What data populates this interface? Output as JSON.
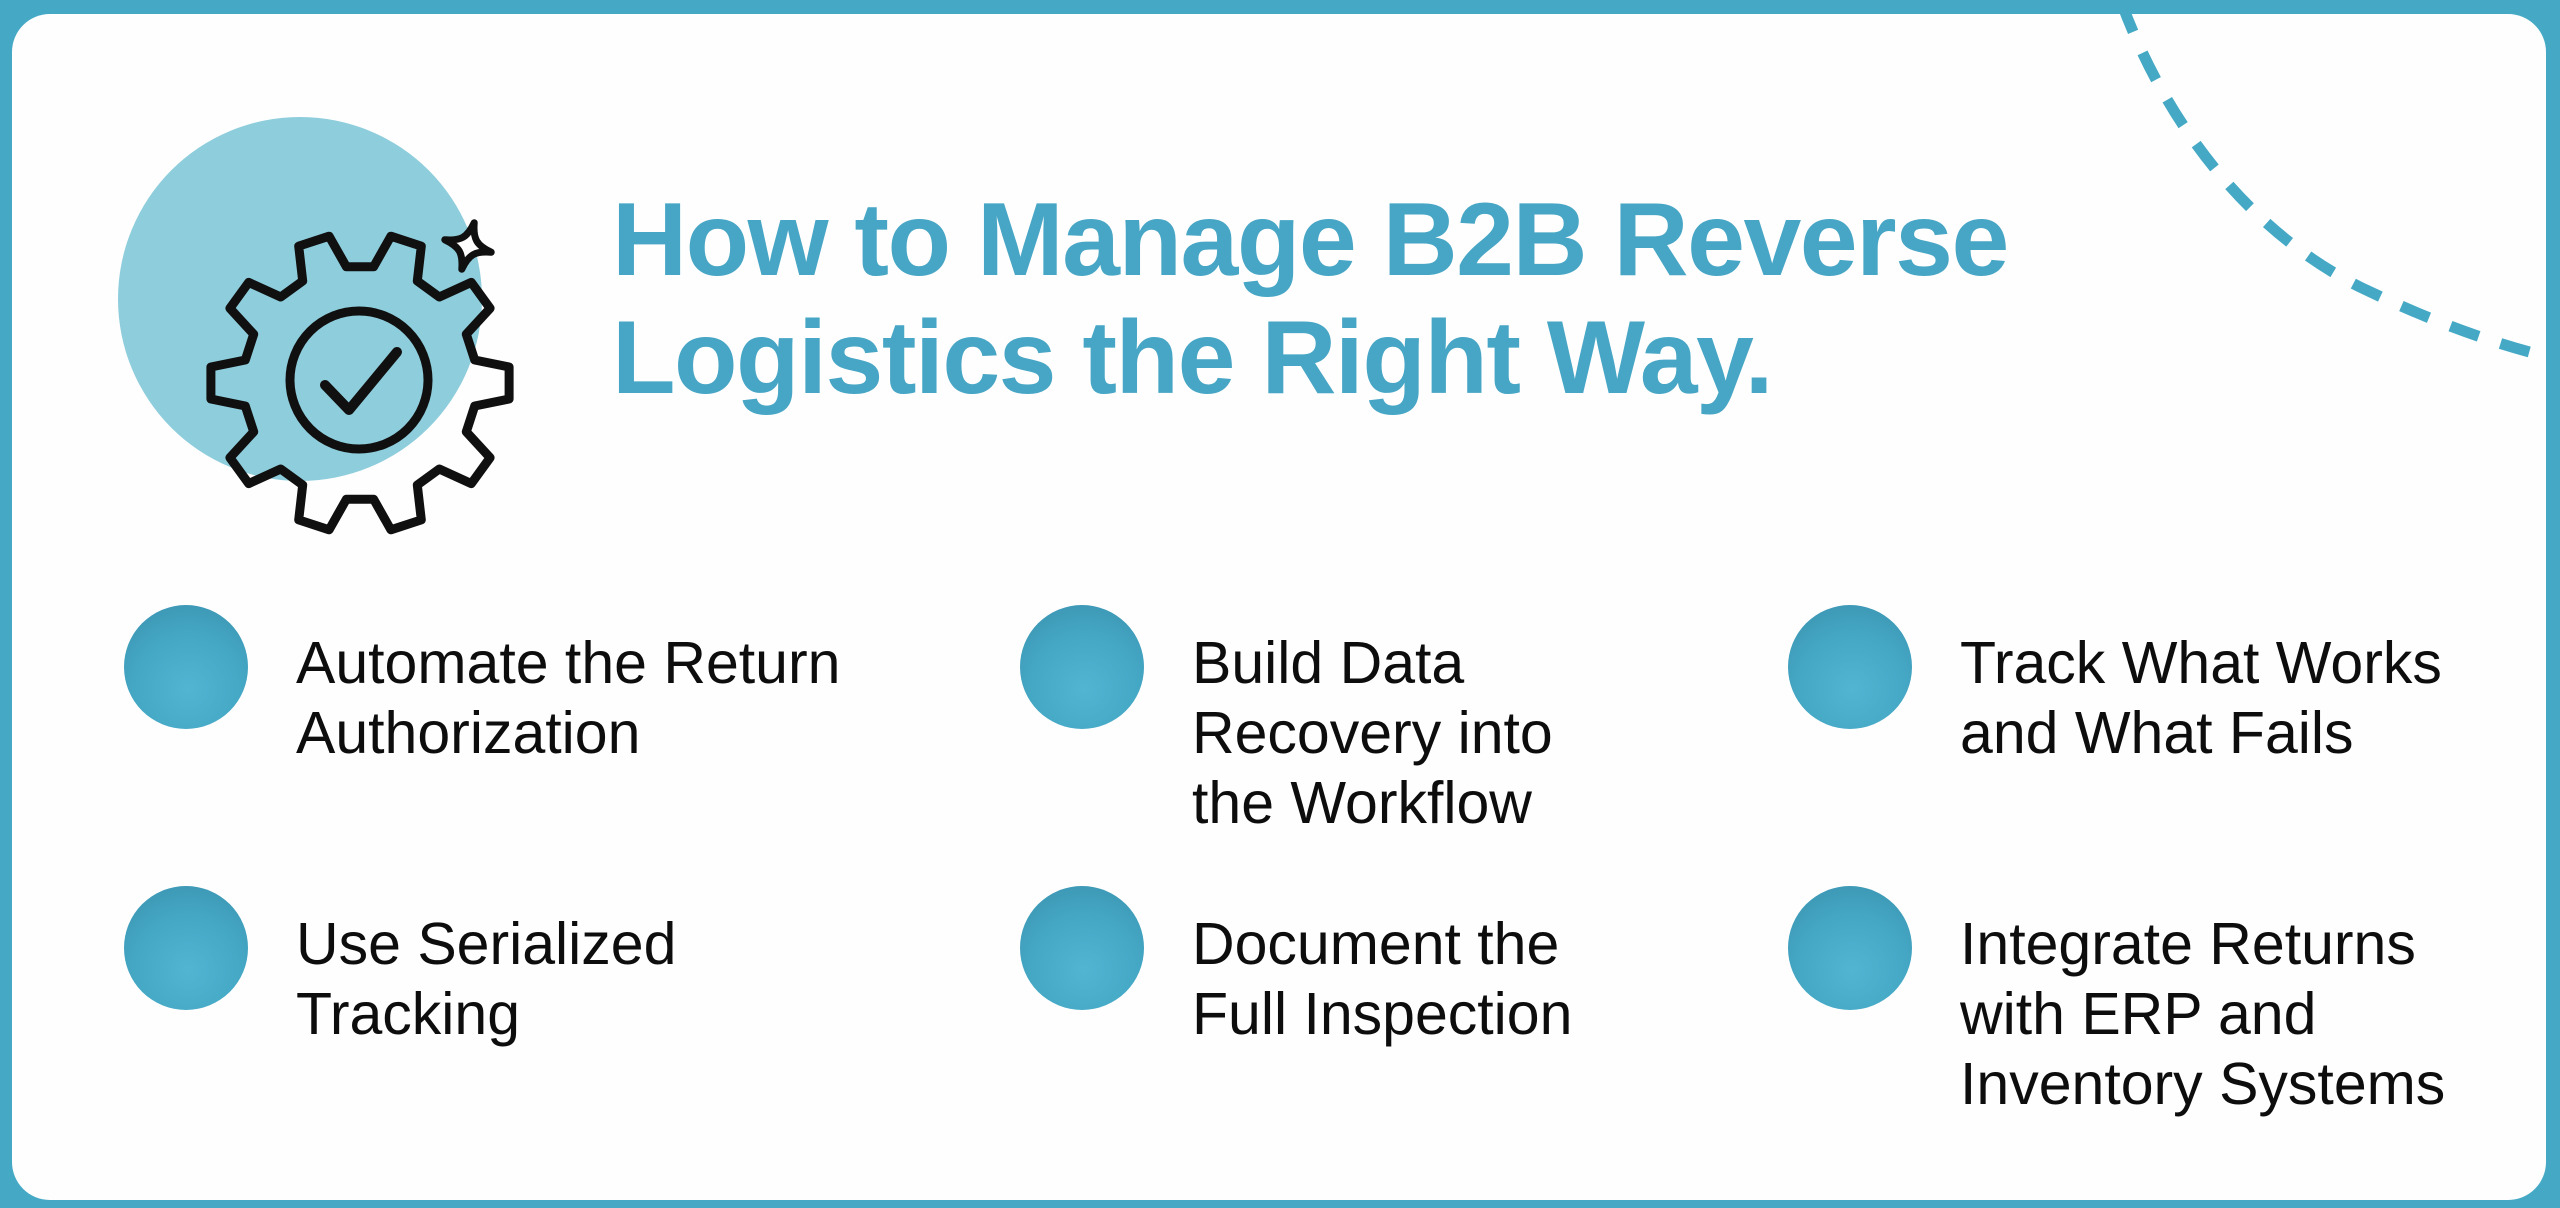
{
  "canvas": {
    "frame_color": "#45a9c6",
    "card_bg": "#fefefe"
  },
  "header": {
    "title_line1": "How to Manage B2B Reverse",
    "title_line2": "Logistics the Right Way.",
    "title_color": "#47a6c5"
  },
  "decor": {
    "accent_circle_color": "#8ecddc",
    "icon_stroke_color": "#101010",
    "dashed_arc_color": "#45a9c6",
    "bullet_color": "#45a9c6",
    "bullet_gradient_light": "#52b5d2",
    "bullet_gradient_dark": "#37879f"
  },
  "items": [
    {
      "label": "Automate the Return\nAuthorization"
    },
    {
      "label": "Build Data\nRecovery into\nthe Workflow"
    },
    {
      "label": "Track What Works\nand What Fails"
    },
    {
      "label": "Use Serialized\nTracking"
    },
    {
      "label": "Document the\nFull Inspection"
    },
    {
      "label": "Integrate Returns\nwith ERP and\nInventory Systems"
    }
  ]
}
